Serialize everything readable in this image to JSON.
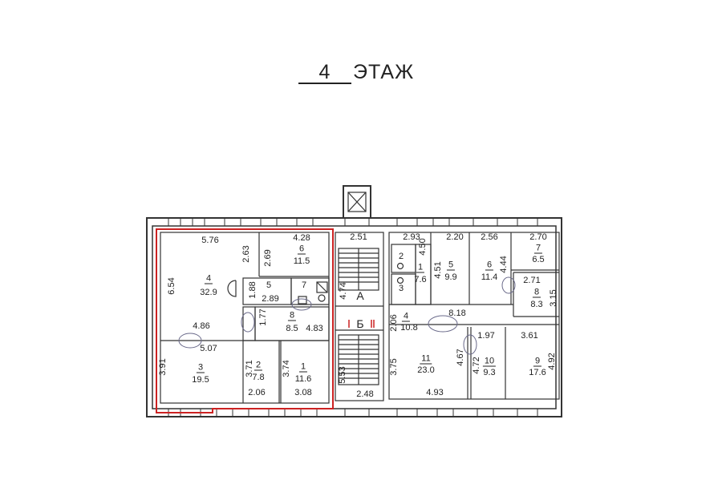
{
  "title": {
    "floor_number": "4",
    "label": "ЭТАЖ"
  },
  "colors": {
    "walls": "#333333",
    "highlight": "#cc2222",
    "pencil": "#6a6a8a"
  },
  "labels": [
    "5.76",
    "2.63",
    "2.69",
    "4.28",
    "6",
    "11.5",
    "6.54",
    "4",
    "32.9",
    "1.88",
    "5",
    "2.89",
    "7",
    "1.77",
    "8",
    "8.5",
    "4.83",
    "4.86",
    "5.07",
    "3.91",
    "3",
    "19.5",
    "3.71",
    "2",
    "7.8",
    "2.06",
    "3.74",
    "1",
    "11.6",
    "3.08",
    "2.51",
    "4.74",
    "А",
    "Б",
    "5.53",
    "2.48",
    "2.93",
    "4.50",
    "2",
    "1",
    "7.6",
    "3",
    "4.51",
    "5",
    "9.9",
    "2.20",
    "2.56",
    "6",
    "11.4",
    "4.44",
    "2.70",
    "7",
    "6.5",
    "2.71",
    "8",
    "8.3",
    "3.15",
    "8.18",
    "2.06",
    "4",
    "10.8",
    "1.97",
    "3.61",
    "3.75",
    "11",
    "23.0",
    "4.67",
    "4.93",
    "4.72",
    "10",
    "9.3",
    "9",
    "17.6",
    "4.92"
  ]
}
